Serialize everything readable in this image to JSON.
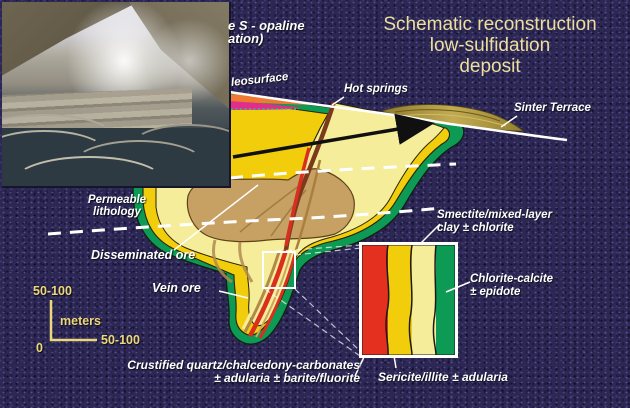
{
  "title": {
    "lines": [
      "Schematic reconstruction",
      "low-sulfidation",
      "deposit"
    ]
  },
  "labels": {
    "opaline_fragment": {
      "line1": "e S - opaline",
      "line2": "ation)"
    },
    "paleosurface": "leosurface",
    "hot_springs": "Hot springs",
    "sinter_terrace": "Sinter Terrace",
    "permeable_lithology": {
      "line1": "Permeable",
      "line2": "lithology"
    },
    "disseminated_ore": "Disseminated ore",
    "vein_ore": "Vein ore",
    "smectite": {
      "line1": "Smectite/mixed-layer",
      "line2": "clay ± chlorite"
    },
    "chlorite_calcite": {
      "line1": "Chlorite-calcite",
      "line2": "± epidote"
    },
    "sericite": "Sericite/illite ± adularia",
    "crustified": {
      "line1": "Crustified quartz/chalcedony-carbonates",
      "line2": "± adularia ± barite/fluorite"
    }
  },
  "scale": {
    "top_value": "50-100",
    "unit": "meters",
    "right_value": "50-100",
    "origin": "0"
  },
  "zone_colors": {
    "background": "#2c2753",
    "title_text": "#ecdf9d",
    "scale_text": "#ecd87c",
    "propylitic_green": "#0d9a55",
    "argillic_gold": "#f2cd0c",
    "inner_pale_yellow": "#f5ed9a",
    "permeable_lithology_tan": "#c7a064",
    "vein_red": "#da2f1e",
    "steam_heated_orange": "#ef7a34",
    "opaline_magenta": "#df2f8a",
    "sinter_olive": "#a08a38",
    "surface_line": "#ffffff"
  }
}
